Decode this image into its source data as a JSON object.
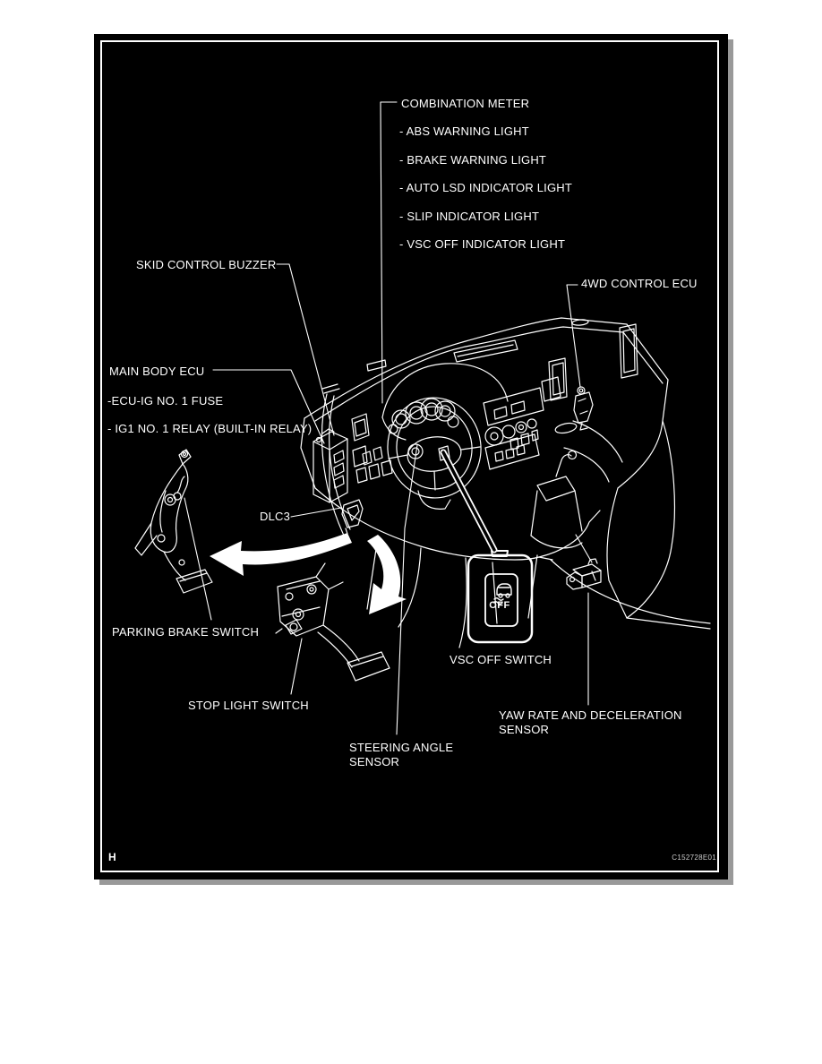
{
  "colors": {
    "background": "#ffffff",
    "panel_bg": "#000000",
    "line": "#ffffff",
    "shadow": "#999999"
  },
  "labels": {
    "combination_meter": "COMBINATION METER",
    "abs_warning_light": "- ABS WARNING LIGHT",
    "brake_warning_light": "- BRAKE WARNING LIGHT",
    "auto_lsd_indicator_light": "- AUTO LSD INDICATOR LIGHT",
    "slip_indicator_light": "- SLIP INDICATOR LIGHT",
    "vsc_off_indicator_light": "- VSC OFF INDICATOR LIGHT",
    "skid_control_buzzer": "SKID CONTROL BUZZER",
    "fourwd_control_ecu": "4WD CONTROL ECU",
    "main_body_ecu": "MAIN BODY ECU",
    "ecu_ig_no1_fuse": "-ECU-IG NO. 1 FUSE",
    "ig1_no1_relay": "- IG1 NO. 1 RELAY (BUILT-IN RELAY)",
    "dlc3": "DLC3",
    "parking_brake_switch": "PARKING BRAKE SWITCH",
    "stop_light_switch": "STOP LIGHT SWITCH",
    "vsc_off_switch": "VSC OFF SWITCH",
    "yaw_rate": {
      "line1": "YAW RATE AND DECELERATION",
      "line2": "SENSOR"
    },
    "steering_angle": {
      "line1": "STEERING ANGLE",
      "line2": "SENSOR"
    },
    "vsc_switch_button_text": "OFF",
    "page_mark": "H",
    "figure_code": "C152728E01"
  }
}
